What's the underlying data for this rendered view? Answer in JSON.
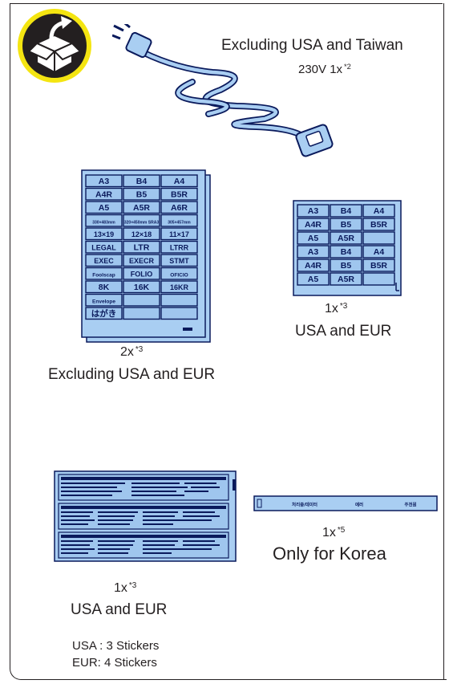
{
  "power_cord": {
    "region": "Excluding USA and Taiwan",
    "spec": "230V  1x",
    "note": "*2"
  },
  "label_sheet_large": {
    "cells": [
      "A3",
      "B4",
      "A4",
      "A4R",
      "B5",
      "B5R",
      "A5",
      "A5R",
      "A6R",
      "330×483mm",
      "320×450mm SRA3",
      "305×457mm",
      "13×19",
      "12×18",
      "11×17",
      "LEGAL",
      "LTR",
      "LTRR",
      "EXEC",
      "EXECR",
      "STMT",
      "Foolscap",
      "FOLIO",
      "OFICIO",
      "8K",
      "16K",
      "16KR",
      "Envelope",
      "",
      "",
      "はがき",
      "",
      ""
    ],
    "qty": "2x",
    "note": "*3",
    "region": "Excluding USA and EUR"
  },
  "label_sheet_small": {
    "cells": [
      "A3",
      "B4",
      "A4",
      "A4R",
      "B5",
      "B5R",
      "A5",
      "A5R",
      "",
      "A3",
      "B4",
      "A4",
      "A4R",
      "B5",
      "B5R",
      "A5",
      "A5R",
      ""
    ],
    "qty": "1x",
    "note": "*3",
    "region": "USA and EUR"
  },
  "warning_stickers": {
    "qty": "1x",
    "note": "*3",
    "region": "USA and EUR",
    "count_usa": "USA : 3 Stickers",
    "count_eur": "EUR: 4 Stickers"
  },
  "korea_strip": {
    "labels": [
      "처리중/데이터",
      "에러",
      "주전원"
    ],
    "qty": "1x",
    "note": "*5",
    "region": "Only for Korea"
  },
  "colors": {
    "sheet_blue": "#a9cef2",
    "line_navy": "#0a1a5c",
    "badge_yellow": "#f4e511"
  },
  "icons": {
    "badge": "open-box-icon",
    "cord": "power-cord-icon"
  }
}
